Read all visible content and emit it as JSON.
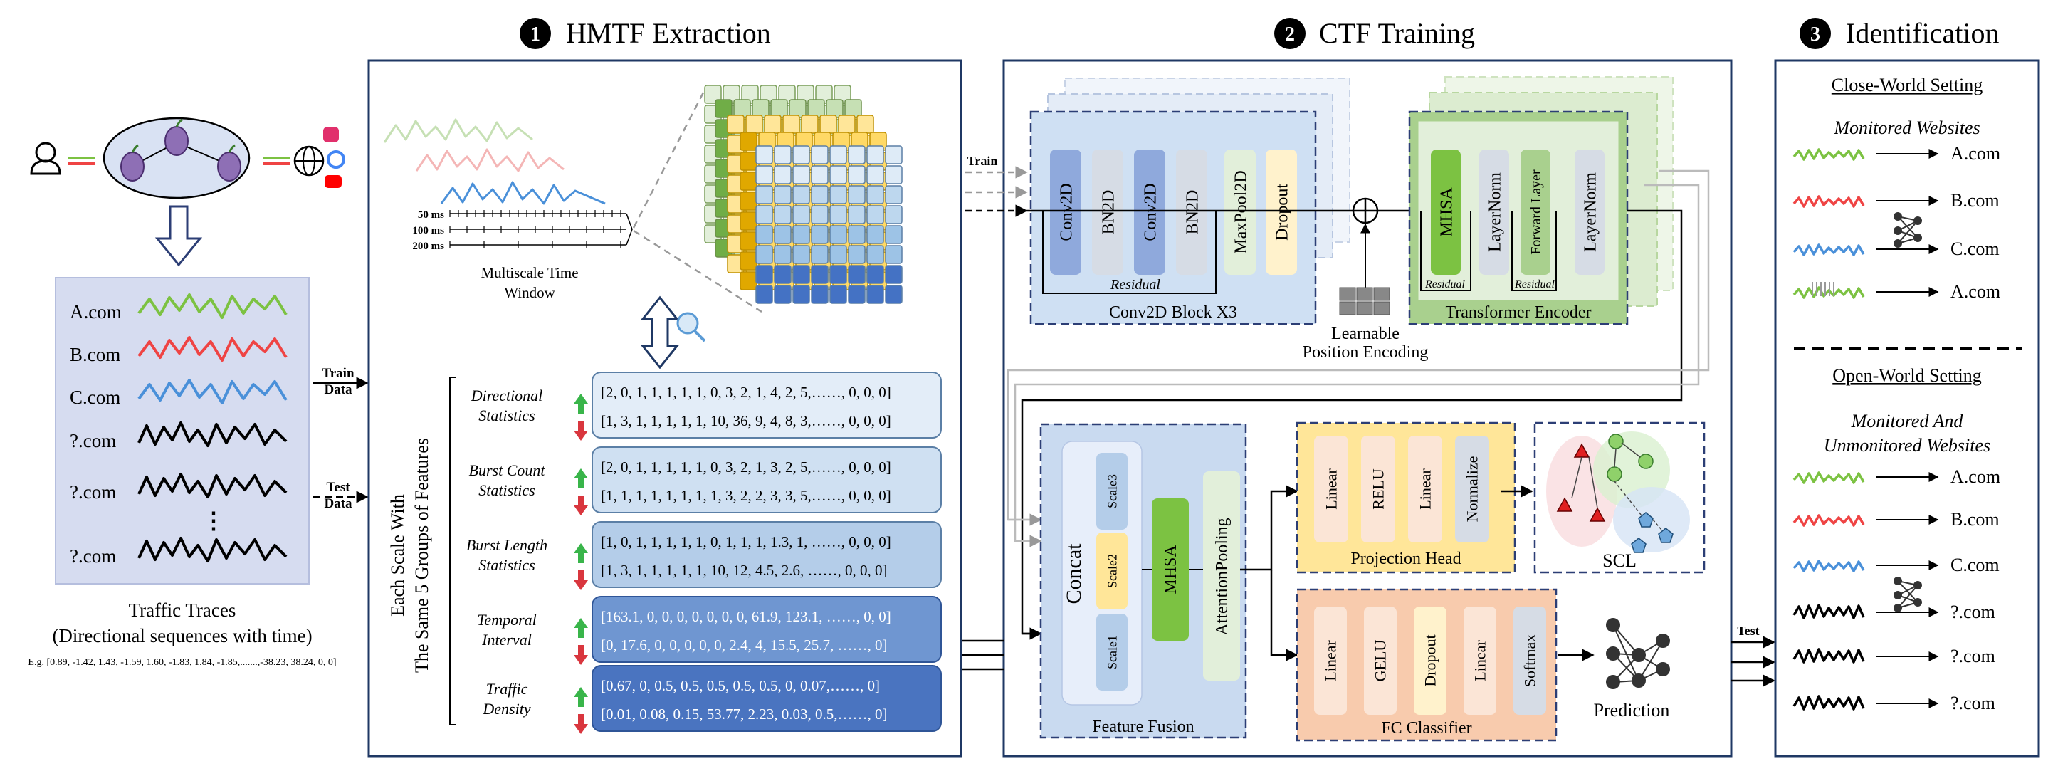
{
  "sections": {
    "s1": {
      "num": "1",
      "title": "HMTF Extraction"
    },
    "s2": {
      "num": "2",
      "title": "CTF Training"
    },
    "s3": {
      "num": "3",
      "title": "Identification"
    }
  },
  "input_panel": {
    "sites": [
      "A.com",
      "B.com",
      "C.com",
      "?.com",
      "?.com",
      "?.com"
    ],
    "ellipsis": "⋮",
    "caption_line1": "Traffic Traces",
    "caption_line2": "(Directional sequences with time)",
    "example": "E.g. [0.89, -1.42, 1.43, -1.59, 1.60, -1.83, 1.84, -1.85,.......,-38.23, 38.24, 0, 0]",
    "train_label_1": "Train",
    "train_label_2": "Data",
    "test_label_1": "Test",
    "test_label_2": "Data"
  },
  "hmtf": {
    "windows": [
      "50 ms",
      "100 ms",
      "200 ms"
    ],
    "window_caption_1": "Multiscale Time",
    "window_caption_2": "Window",
    "side_label_1": "Each Scale With",
    "side_label_2": "The Same 5 Groups of Features",
    "groups": [
      {
        "name1": "Directional",
        "name2": "Statistics",
        "row1": "[2, 0, 1, 1, 1, 1, 1, 0, 3, 2, 1, 4, 2, 5,……, 0, 0, 0]",
        "row2": "[1, 3, 1, 1, 1, 1, 1, 10, 36, 9, 4, 8, 3,……, 0, 0, 0]"
      },
      {
        "name1": "Burst Count",
        "name2": "Statistics",
        "row1": "[2, 0, 1, 1, 1, 1, 1, 0, 3, 2, 1, 3, 2, 5,……, 0, 0, 0]",
        "row2": "[1, 1, 1, 1, 1, 1, 1, 1, 3, 2, 2, 3, 3, 5,……, 0, 0, 0]"
      },
      {
        "name1": "Burst Length",
        "name2": "Statistics",
        "row1": "[1, 0, 1, 1, 1, 1, 1, 0, 1, 1, 1, 1.3, 1, ……, 0, 0, 0]",
        "row2": "[1, 3, 1, 1, 1, 1, 1, 10, 12, 4.5, 2.6, ……, 0, 0, 0]"
      },
      {
        "name1": "Temporal",
        "name2": "Interval",
        "row1": "[163.1, 0, 0, 0, 0, 0, 0, 0, 61.9, 123.1, ……, 0, 0]",
        "row2": "[0, 17.6, 0, 0, 0, 0, 0, 2.4, 4, 15.5, 25.7, ……, 0]"
      },
      {
        "name1": "Traffic",
        "name2": "Density",
        "row1": "[0.67, 0, 0.5, 0.5, 0.5, 0.5, 0.5, 0, 0.07,……, 0]",
        "row2": "[0.01, 0.08, 0.15, 53.77, 2.23, 0.03, 0.5,……, 0]"
      }
    ]
  },
  "ctf": {
    "train": "Train",
    "conv_block": [
      "Conv2D",
      "BN2D",
      "Conv2D",
      "BN2D",
      "MaxPool2D",
      "Dropout"
    ],
    "residual": "Residual",
    "conv_caption": "Conv2D Block X3",
    "lpe_1": "Learnable",
    "lpe_2": "Position Encoding",
    "transformer": [
      "MHSA",
      "LayerNorm",
      "Forward Layer",
      "LayerNorm"
    ],
    "transformer_caption": "Transformer Encoder",
    "fusion": {
      "concat": "Concat",
      "scales": [
        "Scale3",
        "Scale2",
        "Scale1"
      ],
      "mhsa": "MHSA",
      "pool": "AttentionPooling",
      "caption": "Feature Fusion"
    },
    "projection": {
      "layers": [
        "Linear",
        "RELU",
        "Linear",
        "Normalize"
      ],
      "caption": "Projection Head"
    },
    "scl": "SCL",
    "fc": {
      "layers": [
        "Linear",
        "GELU",
        "Dropout",
        "Linear",
        "Softmax"
      ],
      "caption": "FC Classifier"
    },
    "prediction": "Prediction",
    "test": "Test"
  },
  "identification": {
    "close_title": "Close-World Setting",
    "close_sub": "Monitored Websites",
    "close_results": [
      "A.com",
      "B.com",
      "C.com",
      "A.com"
    ],
    "open_title": "Open-World Setting",
    "open_sub_1": "Monitored And",
    "open_sub_2": "Unmonitored Websites",
    "open_results": [
      "A.com",
      "B.com",
      "C.com",
      "?.com",
      "?.com",
      "?.com"
    ]
  },
  "colors": {
    "green": "#7cc242",
    "red": "#ef4444",
    "blue": "#4a90d9",
    "black": "#000000",
    "conv_bg": "#cfe0f3",
    "trans_bg": "#a9d08e",
    "proj_bg": "#ffe699",
    "fc_bg": "#f8cbad",
    "fusion_bg": "#c9daf0",
    "left_panel_bg": "#d6dcf0"
  }
}
